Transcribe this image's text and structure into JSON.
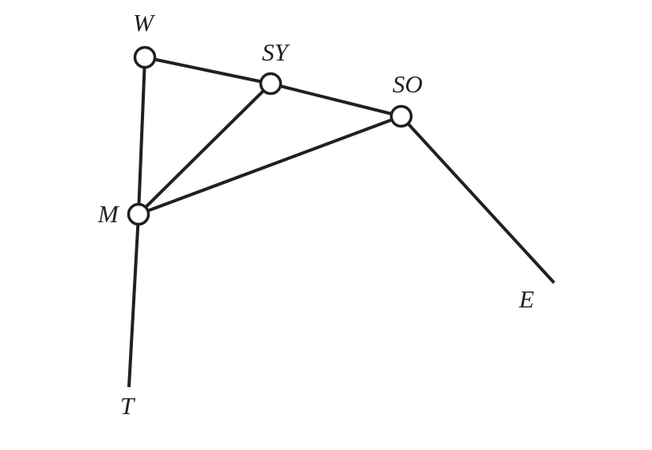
{
  "labels": {
    "W": "W",
    "SY": "SY",
    "SO": "SO",
    "M": "M",
    "T": "T",
    "E": "E"
  },
  "colors": {
    "line": "#231f20",
    "node_fill": "#ffffff",
    "background": "#ffffff"
  }
}
